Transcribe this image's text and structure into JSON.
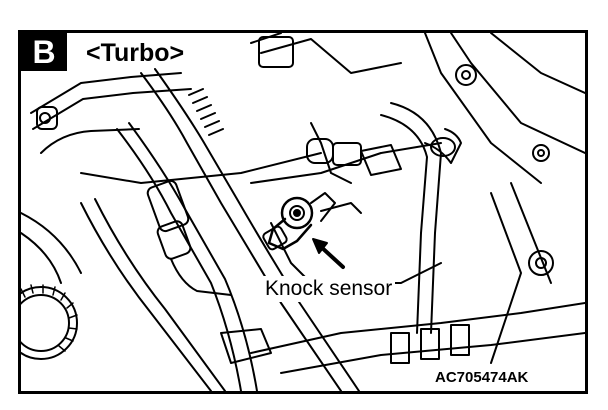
{
  "badge": {
    "letter": "B"
  },
  "variant_label": "<Turbo>",
  "callout": {
    "label": "Knock sensor"
  },
  "figure_code": "AC705474AK"
}
